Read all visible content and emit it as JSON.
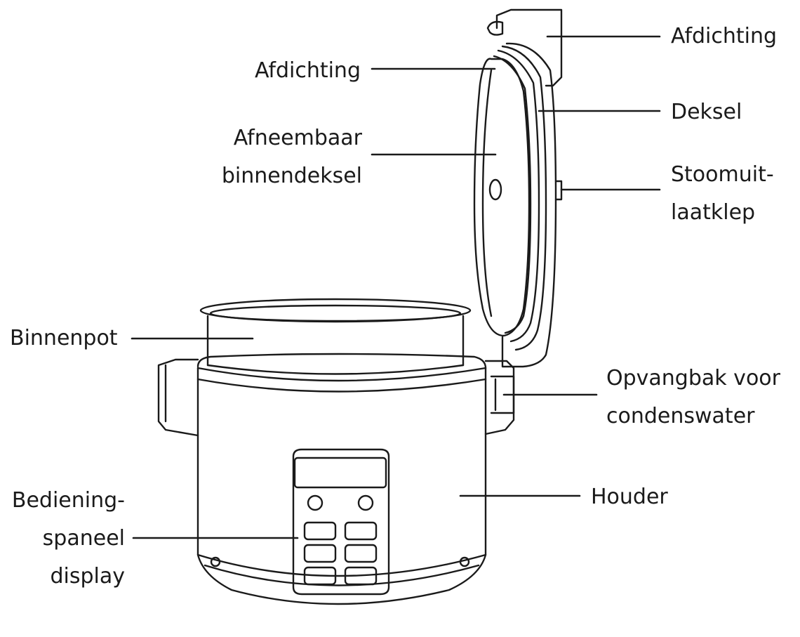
{
  "colors": {
    "ink": "#1a1a1a",
    "background": "#ffffff"
  },
  "labels": {
    "seal_left": "Afdichting",
    "seal_right": "Afdichting",
    "lid": "Deksel",
    "inner_lid": [
      "Afneembaar",
      "binnendeksel"
    ],
    "steam_valve": [
      "Stoomuit-",
      "laatklep"
    ],
    "inner_pot": "Binnenpot",
    "condensation_tray": [
      "Opvangbak voor",
      "condenswater"
    ],
    "housing": "Houder",
    "control_panel": [
      "Bediening-",
      "spaneel",
      "display"
    ]
  }
}
